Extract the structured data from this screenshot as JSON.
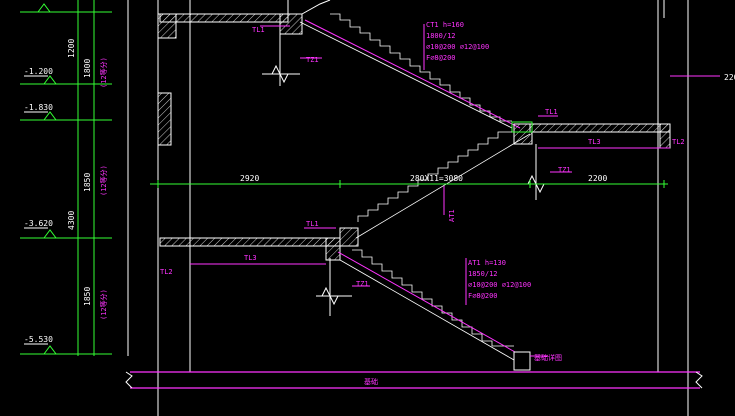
{
  "colors": {
    "background": "#000000",
    "structure": "#ffffff",
    "annotation": "#ff33ff",
    "dimension": "#33ff33"
  },
  "levels": {
    "l1": "-1.200",
    "l2": "-1.830",
    "l3": "-3.620",
    "l4": "-5.530"
  },
  "vertical_dims": {
    "d1200": "1200",
    "d1800": "1800",
    "d1850_upper": "1850",
    "d4300": "4300",
    "d1850_lower": "1850",
    "steps_upper": "(12等分)",
    "steps_mid": "(12等分)",
    "steps_lower": "(12等分)"
  },
  "horizontal_dims": {
    "d2920": "2920",
    "d280x11": "280X11=3080",
    "d2200": "2200"
  },
  "right_edge_dim": "220",
  "upper_flight": {
    "code": "CT1 h=160",
    "span": "1800/12",
    "rebar_1": "⌀10@200 ⌀12@100",
    "rebar_2": "F⌀8@200"
  },
  "lower_flight": {
    "code": "AT1 h=130",
    "span": "1850/12",
    "rebar_1": "⌀10@200 ⌀12@100",
    "rebar_2": "F⌀8@200"
  },
  "beam_labels": {
    "tl1_top": "TL1",
    "tz1_top": "TZ1",
    "tl1_right": "TL1",
    "tl3_right": "TL3",
    "tl2_right": "TL2",
    "tz1_right": "TZ1",
    "tl1_mid": "TL1",
    "tl2_left": "TL2",
    "tl3_left": "TL3",
    "tz1_mid": "TZ1",
    "at1_tag": "AT1"
  },
  "foundation_note": "基础详图",
  "base_label": "基础"
}
